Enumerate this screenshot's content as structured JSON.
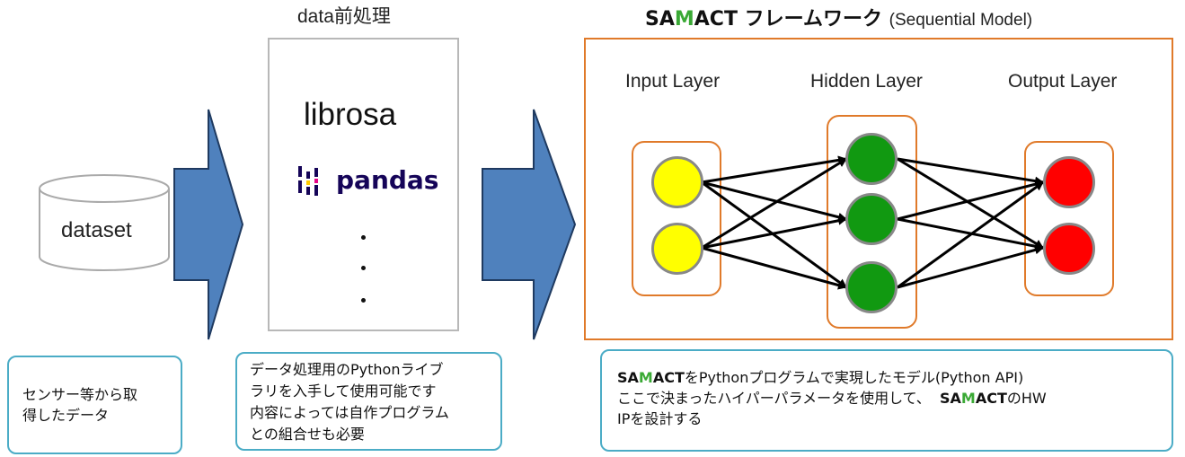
{
  "preprocess": {
    "title": "data前処理",
    "libs": [
      "librosa",
      "pandas"
    ],
    "ellipsis": "・・・"
  },
  "framework": {
    "brand_parts": [
      "SA",
      "M",
      "ACT"
    ],
    "title_rest": " フレームワーク",
    "subtitle": "(Sequential Model)",
    "layers": [
      "Input Layer",
      "Hidden Layer",
      "Output Layer"
    ]
  },
  "dataset": {
    "label": "dataset"
  },
  "notes": {
    "sensor": {
      "line1": "センサー等から取",
      "line2": "得したデータ"
    },
    "library": {
      "line1": "データ処理用のPythonライブ",
      "line2": "ラリを入手して使用可能です",
      "line3": "内容によっては自作プログラム",
      "line4": "との組合せも必要"
    },
    "samact": {
      "line1_rest": "をPythonプログラムで実現したモデル(Python API)",
      "line2_pre": "ここで決まったハイパーパラメータを使用して、",
      "line2_post": "のHW",
      "line3": "IPを設計する"
    }
  },
  "colors": {
    "frame_orange": "#e07a2a",
    "note_blue": "#4bacc6",
    "arrow_blue": "#4f81bd",
    "input_node": "#ffff00",
    "hidden_node": "#119911",
    "output_node": "#ff0000",
    "brand_green": "#3aa935"
  }
}
